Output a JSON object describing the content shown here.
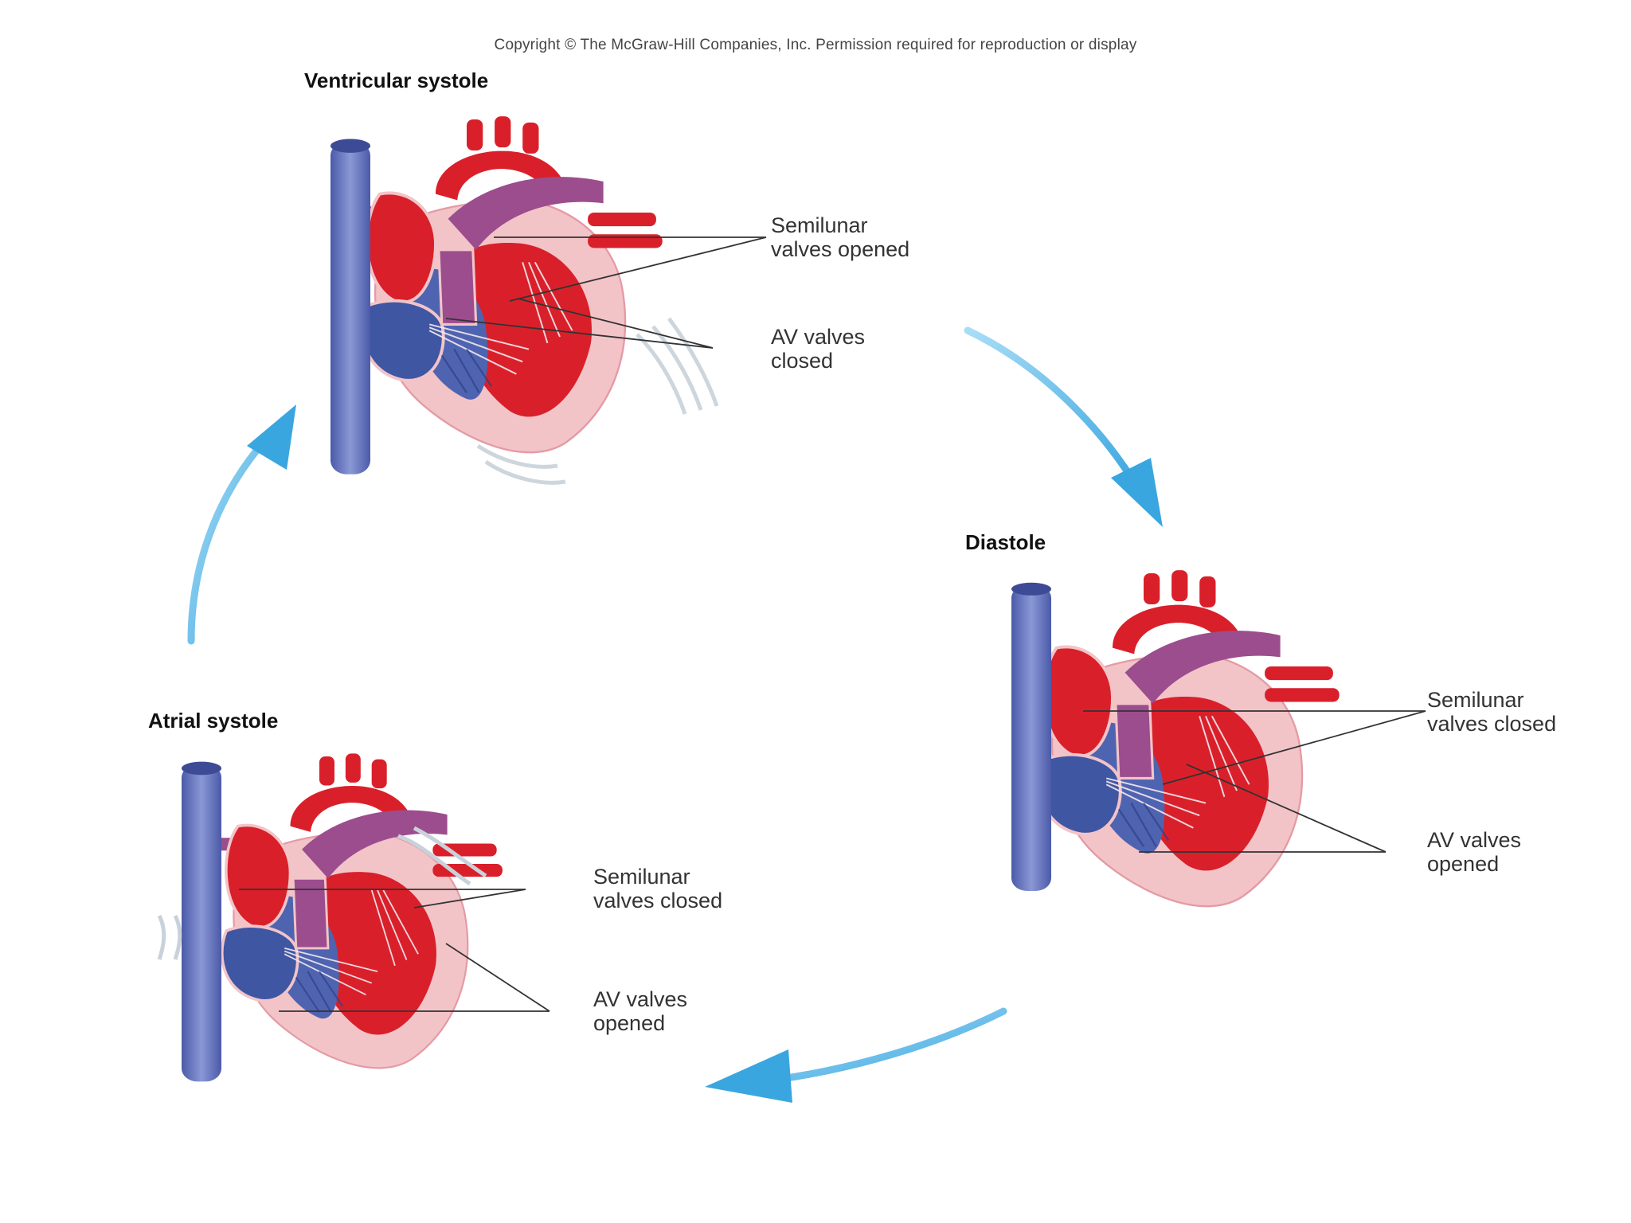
{
  "copyright": "Copyright © The McGraw-Hill Companies, Inc. Permission required for reproduction or display",
  "stages": {
    "ventricular_systole": {
      "title": "Ventricular systole",
      "semilunar_line1": "Semilunar",
      "semilunar_line2": "valves opened",
      "av_line1": "AV valves",
      "av_line2": "closed"
    },
    "diastole": {
      "title": "Diastole",
      "semilunar_line1": "Semilunar",
      "semilunar_line2": "valves closed",
      "av_line1": "AV valves",
      "av_line2": "opened"
    },
    "atrial_systole": {
      "title": "Atrial systole",
      "semilunar_line1": "Semilunar",
      "semilunar_line2": "valves closed",
      "av_line1": "AV valves",
      "av_line2": "opened"
    }
  },
  "colors": {
    "oxygenated": "#d9202a",
    "deoxygenated": "#5a6fb8",
    "vein": "#6f7fc4",
    "pulmonary": "#9b4d8e",
    "myocardium": "#f2c4c8",
    "cycle_arrow": "#5bb8e8"
  }
}
